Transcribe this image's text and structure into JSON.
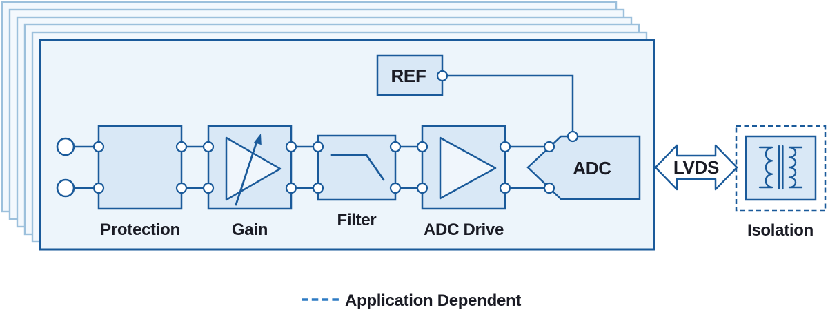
{
  "colors": {
    "border_dark": "#1a5a9a",
    "panel_fill": "#edf5fb",
    "back_panel_fill": "#f3f8fd",
    "block_fill": "#d9e8f6",
    "symbol_fill": "#f0f6fc",
    "text_dark": "#1a1b24",
    "legend_dash": "#2e7bc4",
    "stack_borders": [
      "#b9d6ea",
      "#9ec3de",
      "#7caccf",
      "#5890bd",
      "#3572a9"
    ]
  },
  "blocks": {
    "protection": {
      "label": "Protection"
    },
    "gain": {
      "label": "Gain"
    },
    "filter": {
      "label": "Filter"
    },
    "adc_drive": {
      "label": "ADC Drive"
    },
    "adc": {
      "label": "ADC"
    },
    "ref": {
      "label": "REF"
    },
    "isolation": {
      "label": "Isolation"
    }
  },
  "bus": {
    "label": "LVDS"
  },
  "legend": {
    "label": "Application Dependent"
  }
}
